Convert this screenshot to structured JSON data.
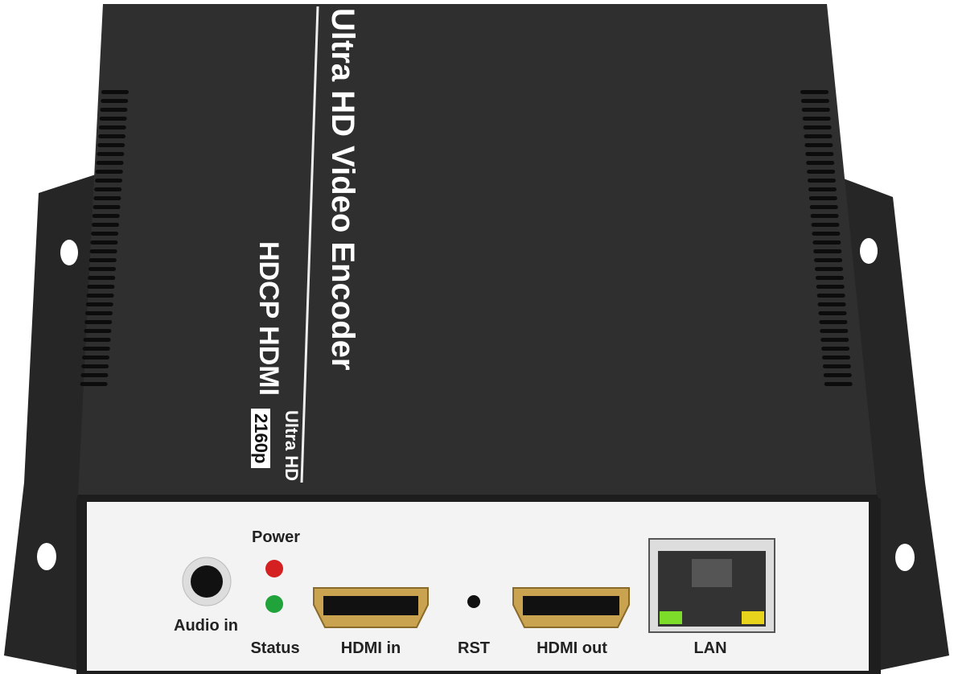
{
  "product": {
    "title": "Ultra HD Video Encoder",
    "subtitle": "HDCP HDMI",
    "badge_top": "Ultra HD",
    "badge_res": "2160p"
  },
  "front_panel": {
    "power": "Power",
    "status": "Status",
    "audio_in": "Audio in",
    "hdmi_in": "HDMI in",
    "rst": "RST",
    "hdmi_out": "HDMI out",
    "lan": "LAN"
  },
  "colors": {
    "body": "#2b2b2c",
    "panel": "#f2f2f2",
    "power_led": "#d42020",
    "status_led": "#1fa33a",
    "lan_led_left": "#7ddc2a",
    "lan_led_right": "#e8d31c"
  }
}
